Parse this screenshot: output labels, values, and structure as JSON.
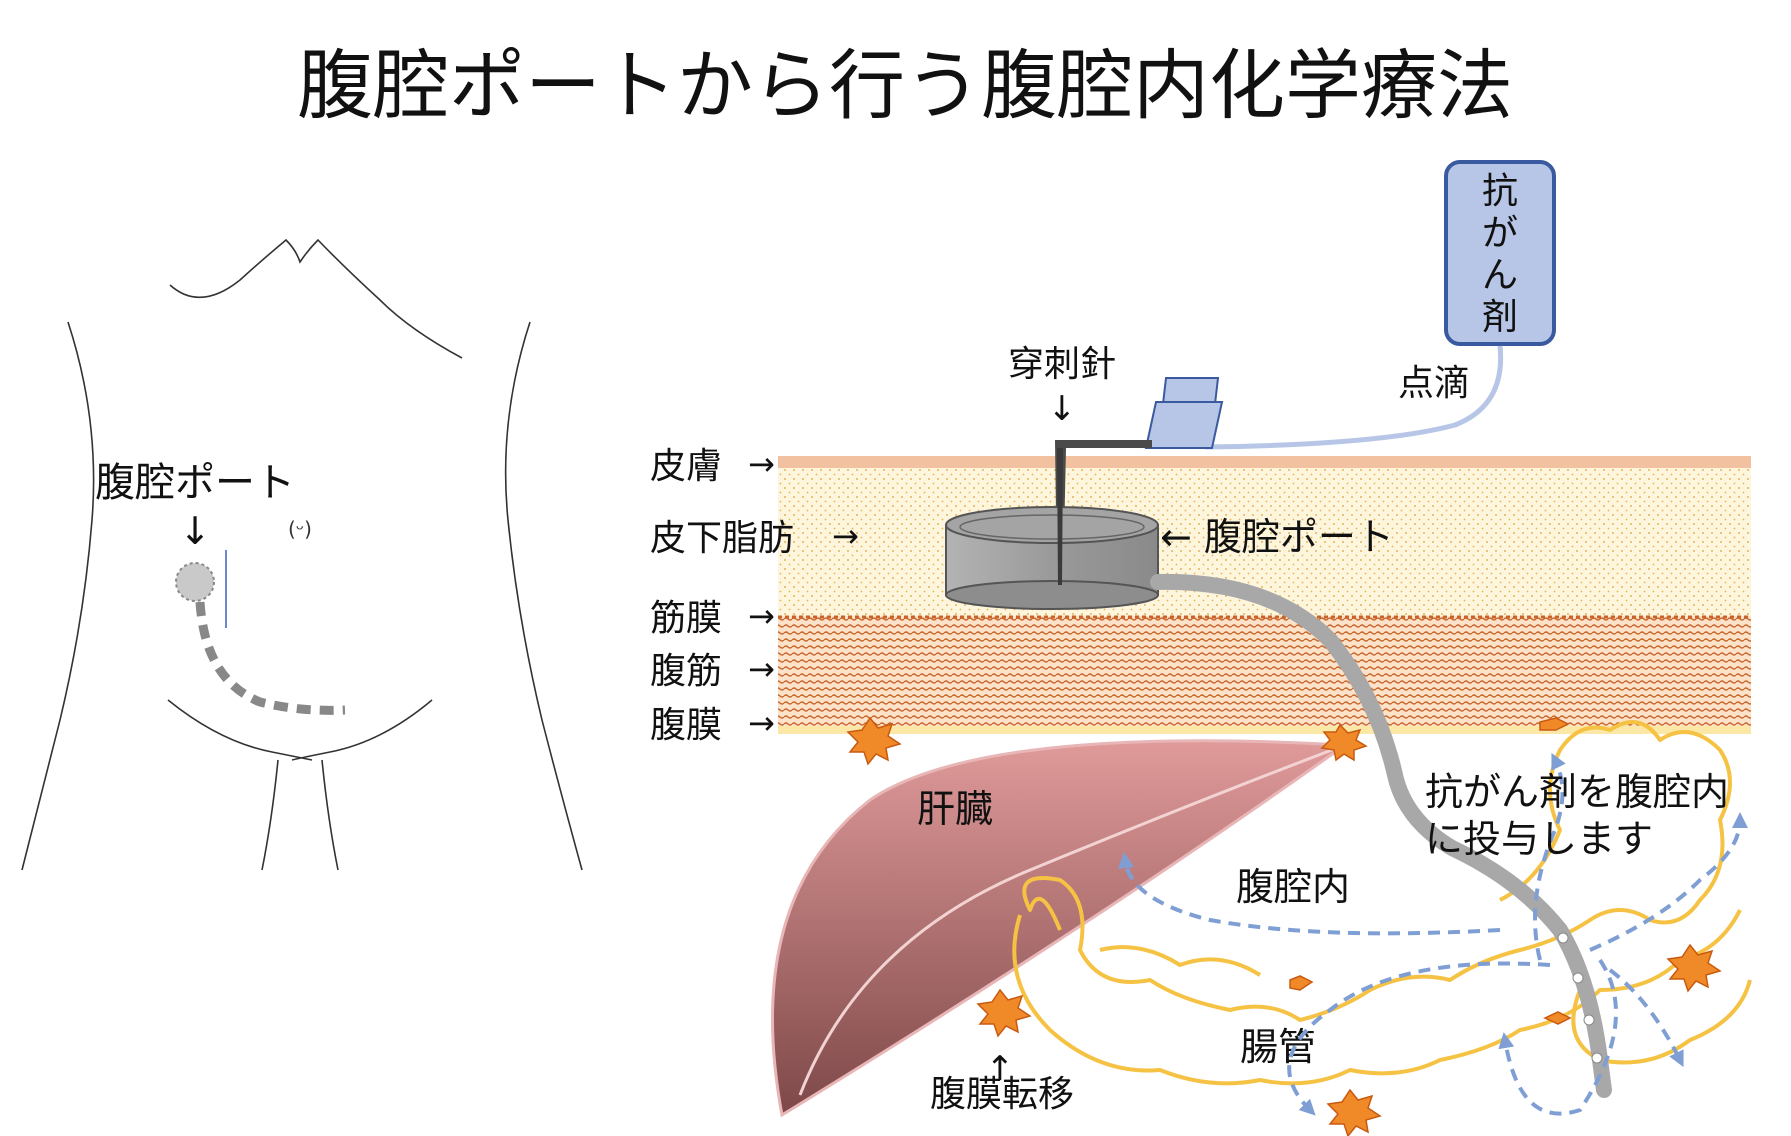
{
  "title": "腹腔ポートから行う腹腔内化学療法",
  "body_figure": {
    "port_label": "腹腔ポート",
    "arrow": "↓"
  },
  "infusion": {
    "bag_chars": [
      "抗",
      "が",
      "ん",
      "剤"
    ],
    "drip_label": "点滴",
    "needle_label": "穿刺針",
    "needle_arrow": "↓"
  },
  "layers": [
    {
      "label": "皮膚",
      "arrow": "→"
    },
    {
      "label": "皮下脂肪",
      "arrow": "→"
    },
    {
      "label": "筋膜",
      "arrow": "→"
    },
    {
      "label": "腹筋",
      "arrow": "→"
    },
    {
      "label": "腹膜",
      "arrow": "→"
    }
  ],
  "port_side_label": "← 腹腔ポート",
  "organs": {
    "liver": "肝臓",
    "intestine": "腸管",
    "cavity": "腹腔内"
  },
  "metastasis": {
    "label": "腹膜転移",
    "arrow": "↑"
  },
  "administration_note": {
    "line1": "抗がん剤を腹腔内",
    "line2": "に投与します"
  },
  "colors": {
    "skin": "#f2c2a0",
    "fat": "#fdf6dd",
    "fat_dots": "#e6b45c",
    "muscle": "#fbe2c8",
    "muscle_dots": "#c8642a",
    "peritoneum": "#fbe7a6",
    "liver_top": "#d48c8c",
    "liver_bottom": "#8c5252",
    "intestine": "#f5c244",
    "flow_arrow": "#7f9fd4",
    "tube": "#a8a8a8",
    "bag_fill": "#b7c6e6",
    "bag_stroke": "#3a5aa0",
    "tumor": "#f08a28"
  }
}
